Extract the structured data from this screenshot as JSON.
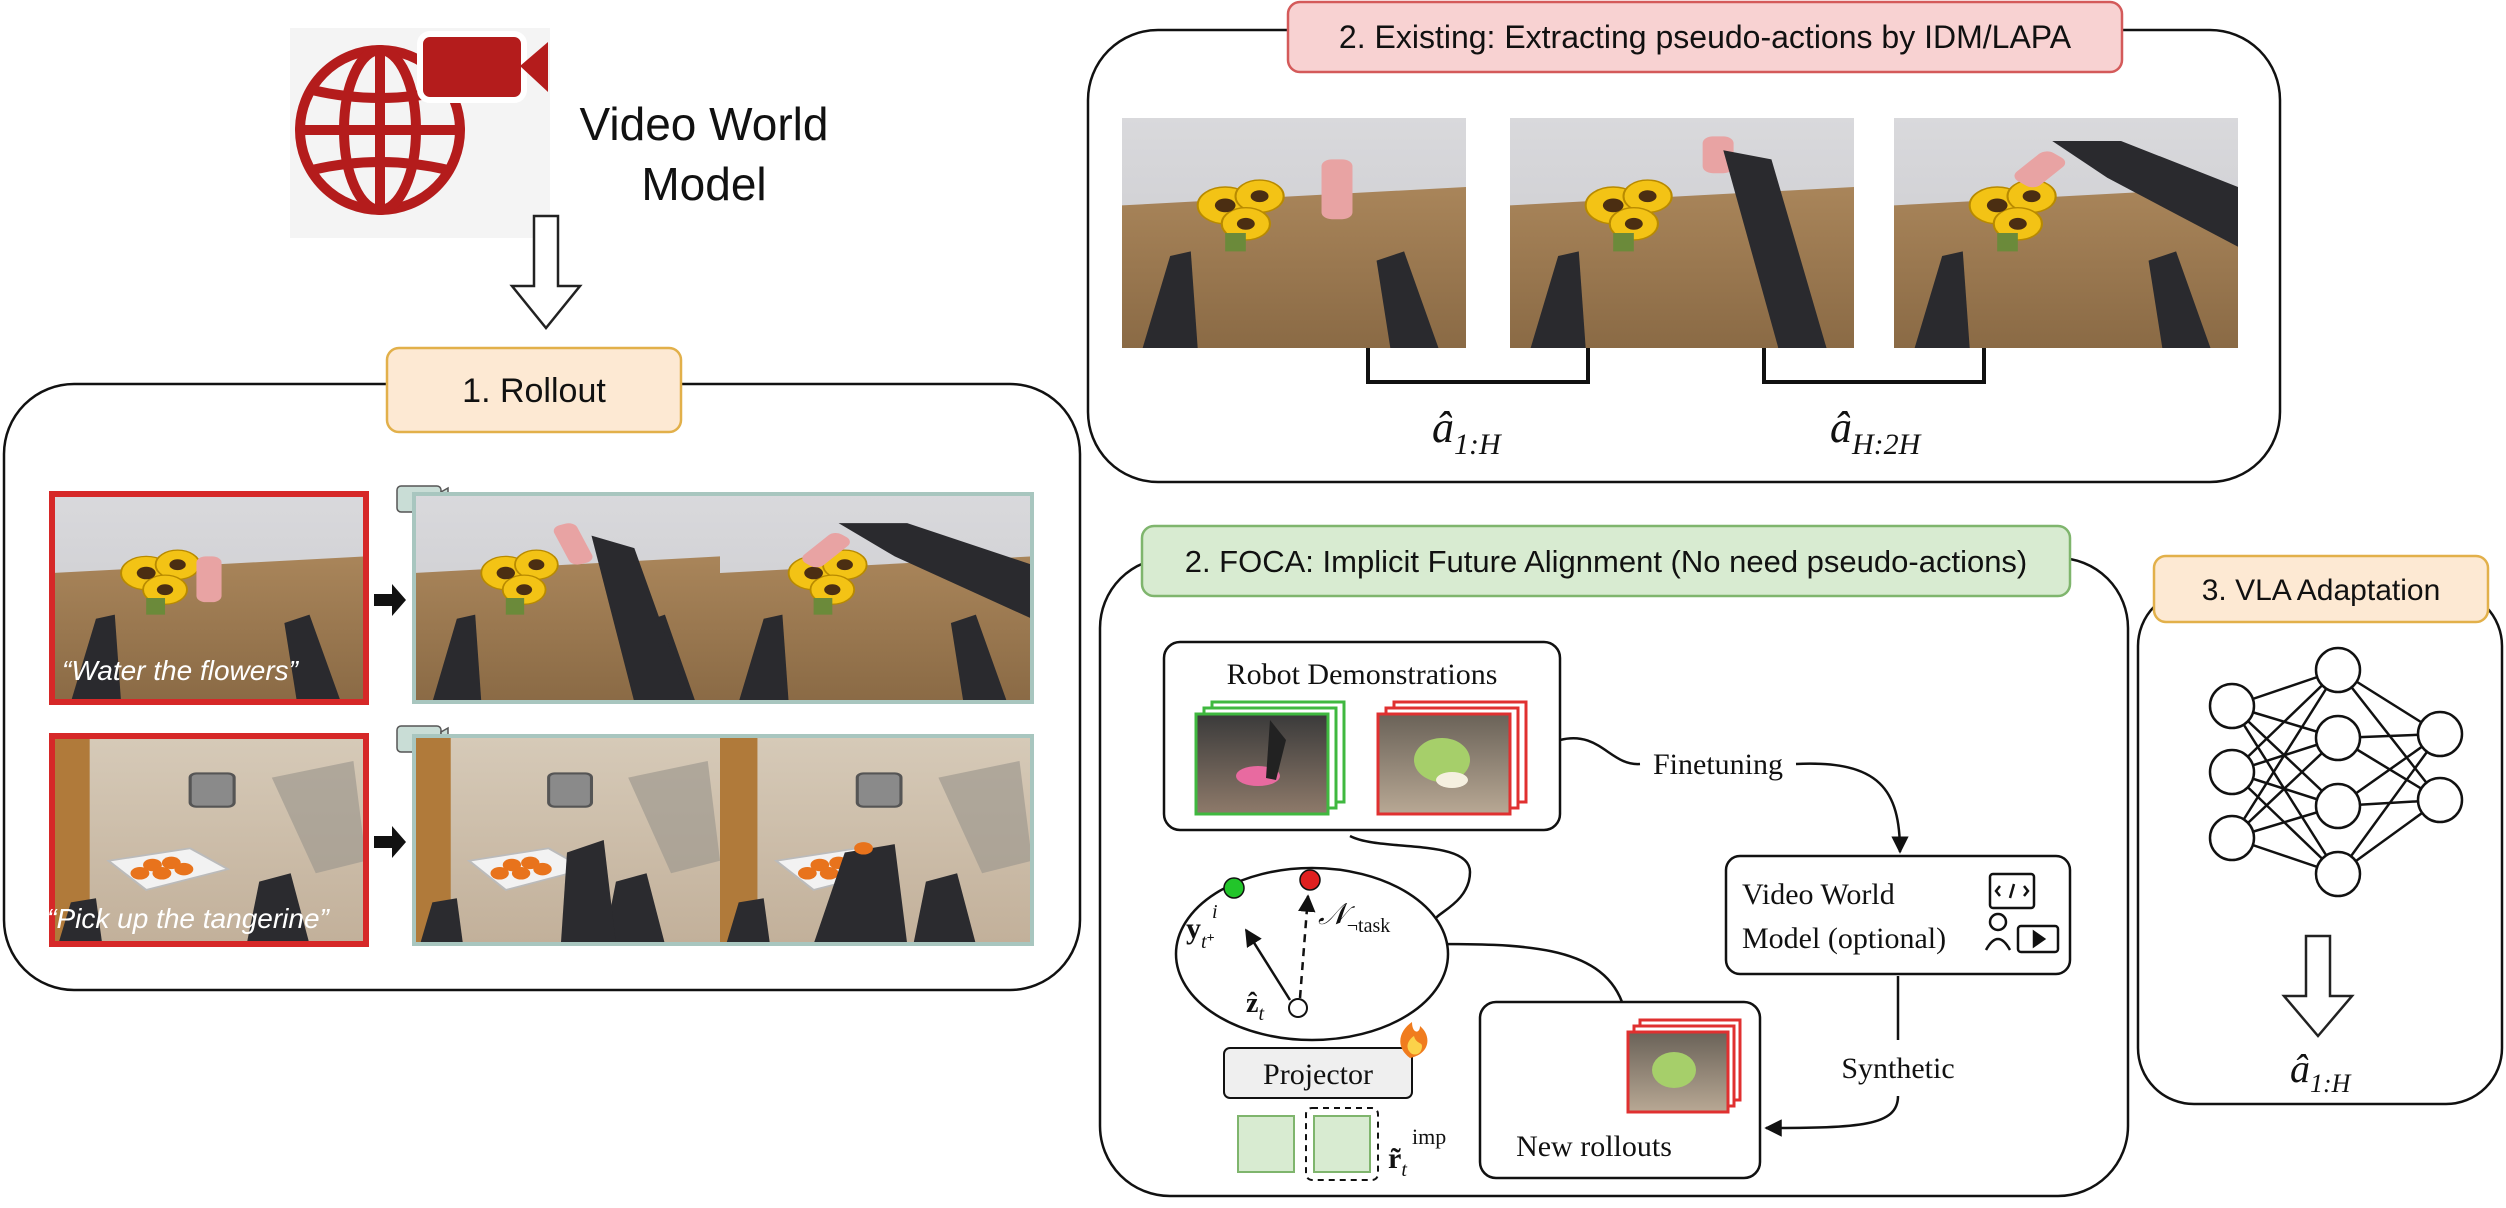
{
  "world_model": {
    "label_line1": "Video World",
    "label_line2": "Model",
    "brand_color": "#b41c1c",
    "icon": "globe-video-camera-icon"
  },
  "rollout": {
    "title": "1. Rollout",
    "examples": [
      {
        "caption": "“Water the flowers”"
      },
      {
        "caption": "“Pick up the tangerine”"
      }
    ]
  },
  "existing": {
    "title": "2. Existing: Extracting pseudo-actions by IDM/LAPA",
    "action_1": {
      "base": "â",
      "sub": "1:H"
    },
    "action_2": {
      "base": "â",
      "sub": "H:2H"
    }
  },
  "foca": {
    "title": "2. FOCA: Implicit Future Alignment (No need pseudo-actions)",
    "robot_demonstrations": "Robot Demonstrations",
    "finetuning": "Finetuning",
    "video_world_model_line1": "Video World",
    "video_world_model_line2": "Model (optional)",
    "synthetic": "Synthetic",
    "new_rollouts": "New rollouts",
    "projector": "Projector",
    "y_label": {
      "base": "y",
      "sub": "t",
      "sup": "i",
      "subsup": "+"
    },
    "n_label": {
      "base": "𝒩",
      "sub": "¬task"
    },
    "z_label": {
      "base": "ẑ",
      "sub": "t"
    },
    "r_label": {
      "base": "r̃",
      "sub": "t",
      "sup": "imp"
    }
  },
  "vla": {
    "title": "3. VLA Adaptation",
    "action": {
      "base": "â",
      "sub": "1:H"
    }
  },
  "colors": {
    "rollout_box_bg": "#fde9d3",
    "rollout_box_border": "#e2b04a",
    "existing_box_bg": "#f8d2d2",
    "existing_box_border": "#d45a5a",
    "foca_box_bg": "#d8ebd1",
    "foca_box_border": "#7fb56d",
    "vla_box_bg": "#fde9d3",
    "vla_box_border": "#e2b04a",
    "prompt_frame": "#d62828",
    "video_frame": "#a8c6bf",
    "green_dot": "#22c52a",
    "red_dot": "#e02020"
  }
}
